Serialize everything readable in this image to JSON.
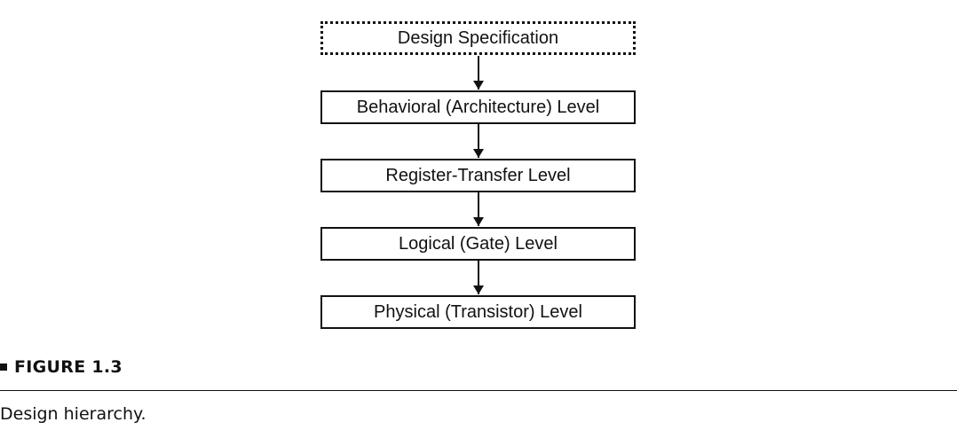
{
  "diagram": {
    "boxes": [
      {
        "label": "Design Specification",
        "style": "dotted"
      },
      {
        "label": "Behavioral (Architecture) Level",
        "style": "solid"
      },
      {
        "label": "Register-Transfer Level",
        "style": "solid"
      },
      {
        "label": "Logical (Gate) Level",
        "style": "solid"
      },
      {
        "label": "Physical (Transistor) Level",
        "style": "solid"
      }
    ]
  },
  "caption": {
    "figure_label": "FIGURE 1.3",
    "text": "Design hierarchy."
  }
}
